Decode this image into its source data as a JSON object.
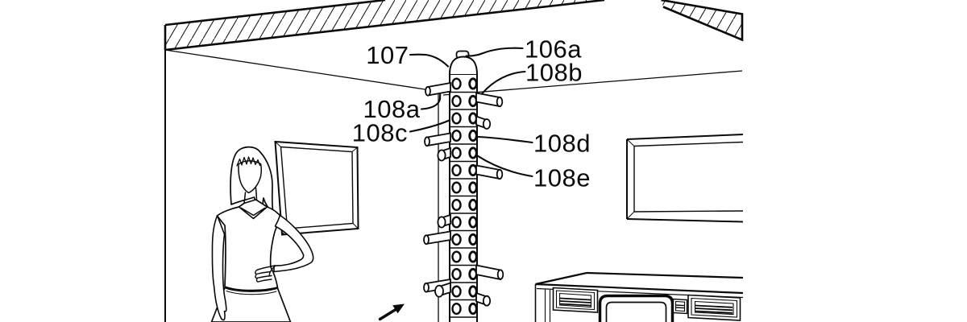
{
  "figure": {
    "background": "#ffffff",
    "ink_color": "#0a0a0a",
    "reference_labels": {
      "n107": "107",
      "n106a": "106a",
      "n108b": "108b",
      "n108a": "108a",
      "n108c": "108c",
      "n108d": "108d",
      "n108e": "108e"
    }
  }
}
